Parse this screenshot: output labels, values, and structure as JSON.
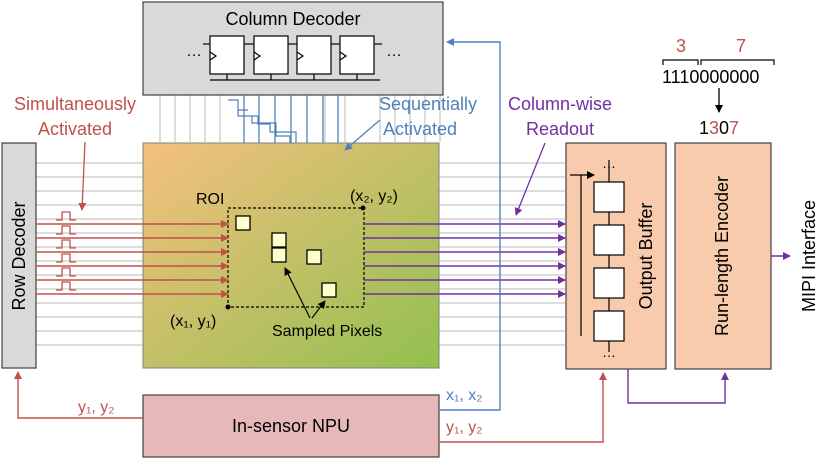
{
  "blocks": {
    "column_decoder": "Column Decoder",
    "row_decoder": "Row Decoder",
    "npu": "In-sensor NPU",
    "output_buffer": "Output Buffer",
    "rle": "Run-length Encoder",
    "mipi": "MIPI Interface"
  },
  "labels": {
    "simultaneous_1": "Simultaneously",
    "simultaneous_2": "Activated",
    "sequential_1": "Sequentially",
    "sequential_2": "Activated",
    "readout_1": "Column-wise",
    "readout_2": "Readout",
    "roi": "ROI",
    "sampled_pixels": "Sampled Pixels",
    "corner_tr": "(x₂, y₂)",
    "corner_bl": "(x₁, y₁)",
    "npu_to_row": "y₁, y₂",
    "npu_to_col": "x₁, x₂",
    "npu_to_buffer": "y₁, y₂",
    "ellipsis": "…"
  },
  "rle_example": {
    "count_a": "3",
    "count_b": "7",
    "bits": "1110000000",
    "encoded_d1": "1",
    "encoded_d2": "3",
    "encoded_d3": "0",
    "encoded_d4": "7"
  },
  "colors": {
    "red": "#c0504d",
    "blue": "#4f81bd",
    "purple": "#7030a0",
    "orange_fill": "#f8cbad",
    "npu_fill": "#e6b9b8",
    "gray_fill": "#d9d9d9"
  }
}
